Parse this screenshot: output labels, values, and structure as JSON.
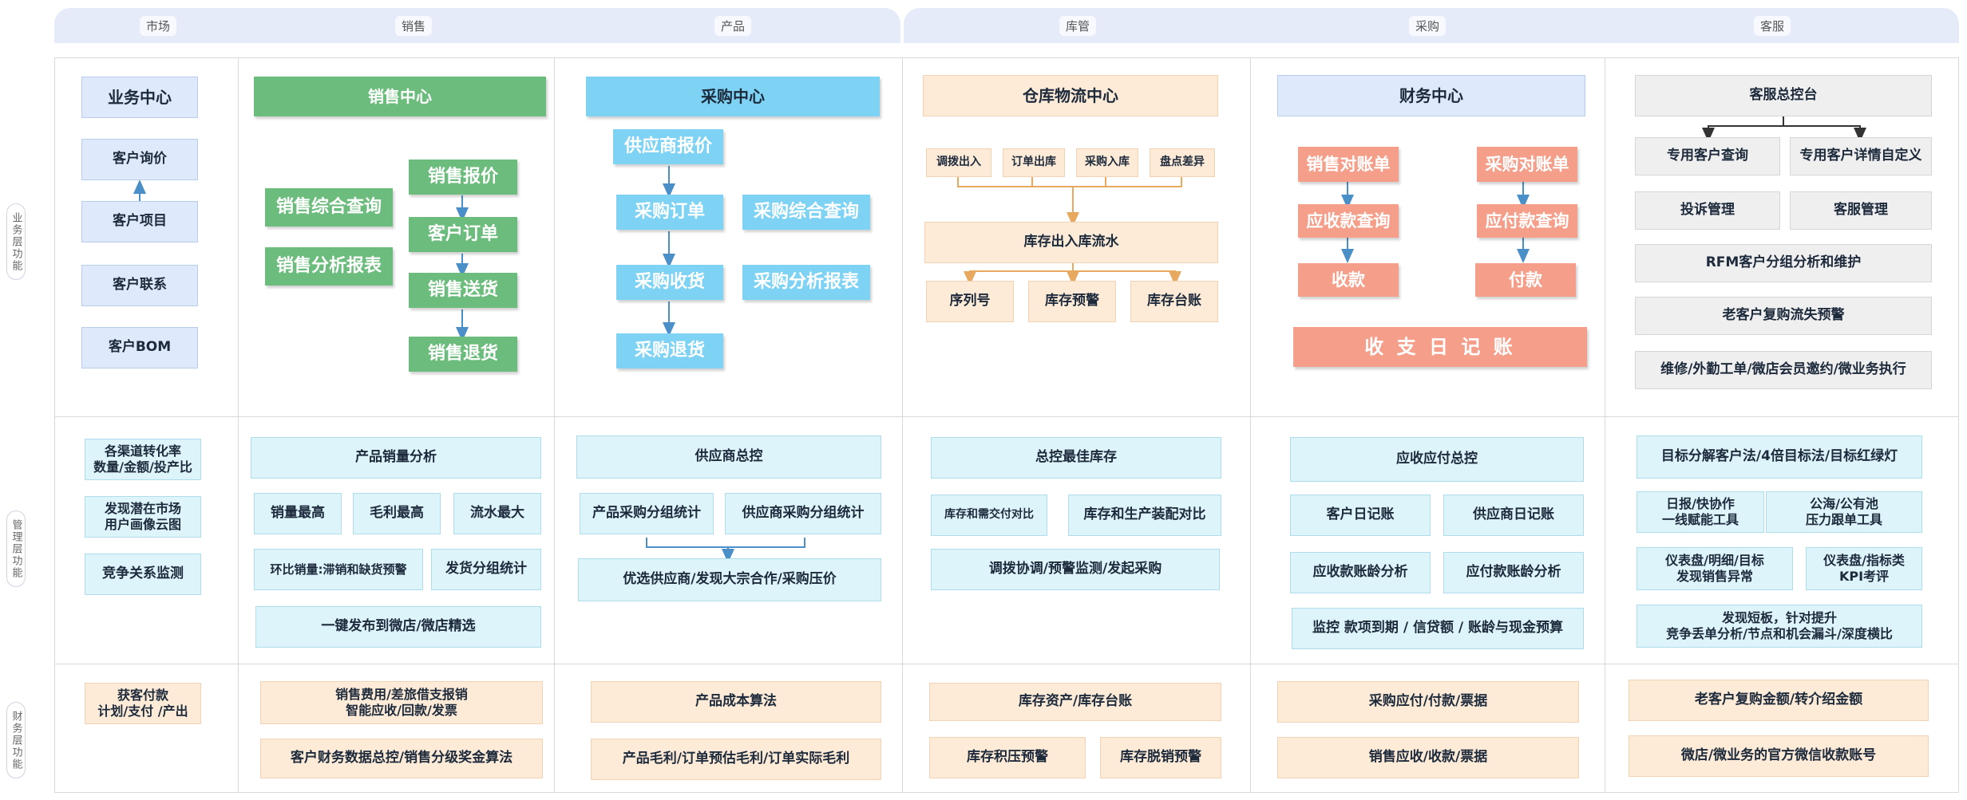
{
  "headers": [
    "市场",
    "销售",
    "产品",
    "库管",
    "采购",
    "客服"
  ],
  "row_labels": [
    "业务层功能",
    "管理层功能",
    "财务层功能"
  ],
  "market": {
    "title": "业务中心",
    "items": [
      "客户询价",
      "客户项目",
      "客户联系",
      "客户BOM"
    ],
    "mgmt": [
      "各渠道转化率\n数量/金额/投产比",
      "发现潜在市场\n用户画像云图",
      "竞争关系监测"
    ],
    "fin": [
      "获客付款\n计划/支付 /产出"
    ]
  },
  "sales": {
    "title": "销售中心",
    "left": [
      "销售综合查询",
      "销售分析报表"
    ],
    "flow": [
      "销售报价",
      "客户订单",
      "销售送货",
      "销售退货"
    ],
    "mgmt_title": "产品销量分析",
    "mgmt_row1": [
      "销量最高",
      "毛利最高",
      "流水最大"
    ],
    "mgmt_row2": [
      "环比销量:滞销和缺货预警",
      "发货分组统计"
    ],
    "mgmt_row3": "一键发布到微店/微店精选",
    "fin": [
      "销售费用/差旅借支报销\n智能应收/回款/发票",
      "客户财务数据总控/销售分级奖金算法"
    ]
  },
  "purchase": {
    "title": "采购中心",
    "flow": [
      "供应商报价",
      "采购订单",
      "采购收货",
      "采购退货"
    ],
    "right": [
      "采购综合查询",
      "采购分析报表"
    ],
    "mgmt_title": "供应商总控",
    "mgmt_row1": [
      "产品采购分组统计",
      "供应商采购分组统计"
    ],
    "mgmt_row2": "优选供应商/发现大宗合作/采购压价",
    "fin": [
      "产品成本算法",
      "产品毛利/订单预估毛利/订单实际毛利"
    ]
  },
  "warehouse": {
    "title": "仓库物流中心",
    "top": [
      "调拨出入",
      "订单出库",
      "采购入库",
      "盘点差异"
    ],
    "middle": "库存出入库流水",
    "bottom": [
      "序列号",
      "库存预警",
      "库存台账"
    ],
    "mgmt_title": "总控最佳库存",
    "mgmt_row1": [
      "库存和需交付对比",
      "库存和生产装配对比"
    ],
    "mgmt_row2": "调拨协调/预警监测/发起采购",
    "fin": [
      "库存资产/库存台账",
      "库存积压预警",
      "库存脱销预警"
    ]
  },
  "finance": {
    "title": "财务中心",
    "left_flow": [
      "销售对账单",
      "应收款查询",
      "收款"
    ],
    "right_flow": [
      "采购对账单",
      "应付款查询",
      "付款"
    ],
    "journal": "收 支 日 记 账",
    "mgmt_title": "应收应付总控",
    "mgmt_row1": [
      "客户日记账",
      "供应商日记账"
    ],
    "mgmt_row2": [
      "应收款账龄分析",
      "应付款账龄分析"
    ],
    "mgmt_row3": "监控 款项到期 / 信贷额 / 账龄与现金预算",
    "fin": [
      "采购应付/付款/票据",
      "销售应收/收款/票据"
    ]
  },
  "service": {
    "title": "客服总控台",
    "row1": [
      "专用客户查询",
      "专用客户详情自定义"
    ],
    "row2": [
      "投诉管理",
      "客服管理"
    ],
    "row3": "RFM客户分组分析和维护",
    "row4": "老客户复购流失预警",
    "row5": "维修/外勤工单/微店会员邀约/微业务执行",
    "mgmt_title": "目标分解客户法/4倍目标法/目标红绿灯",
    "mgmt_row1": [
      "日报/快协作\n一线赋能工具",
      "公海/公有池\n压力跟单工具"
    ],
    "mgmt_row2": [
      "仪表盘/明细/目标\n发现销售异常",
      "仪表盘/指标类\nKPI考评"
    ],
    "mgmt_row3": "发现短板，针对提升\n竞争丢单分析/节点和机会漏斗/深度横比",
    "fin": [
      "老客户复购金额/转介绍金额",
      "微店/微业务的官方微信收款账号"
    ]
  },
  "colors": {
    "header_band": "#e6ebfa",
    "green": "#6cbd7d",
    "sky_blue": "#7ed3f5",
    "salmon": "#f59f8a",
    "light_blue": "#deeafc",
    "light_cyan": "#ddf4fb",
    "peach": "#fdebd7",
    "grey": "#efefef",
    "arrow": "#4a8fc8"
  }
}
